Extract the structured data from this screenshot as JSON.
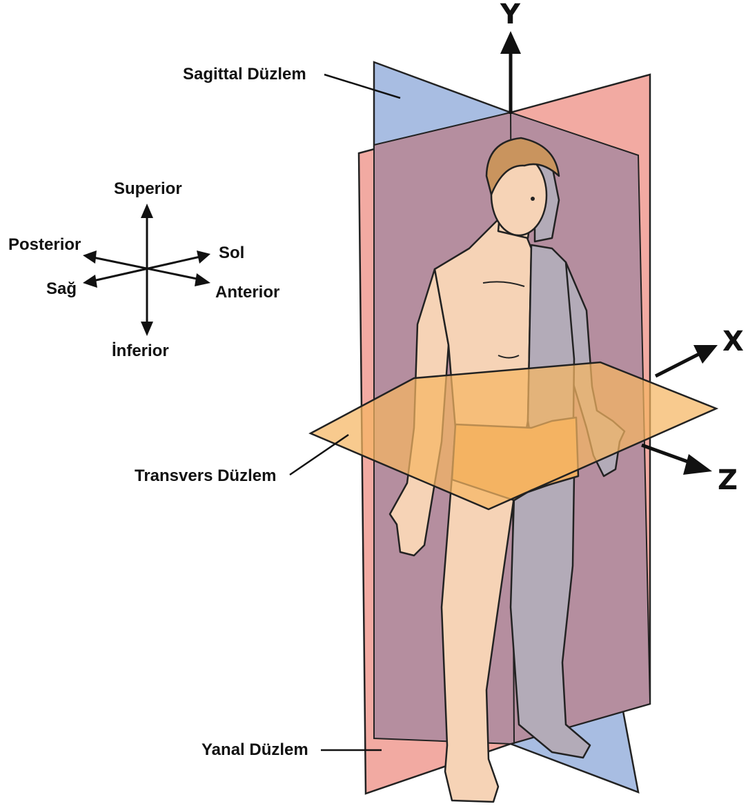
{
  "planes": {
    "sagittal": "Sagittal Düzlem",
    "transverse": "Transvers Düzlem",
    "lateral": "Yanal Düzlem"
  },
  "directions": {
    "superior": "Superior",
    "inferior": "İnferior",
    "posterior": "Posterior",
    "anterior": "Anterior",
    "left": "Sol",
    "right": "Sağ"
  },
  "axes": {
    "x": "X",
    "y": "Y",
    "z": "Z"
  },
  "colors": {
    "sagittal_plane": "#a8bde2",
    "lateral_plane": "#f2aaa2",
    "overlap": "#b58e9f",
    "transverse_plane": "#f5b562",
    "skin": "#f6d3b6",
    "shaded_body": "#b3abb8",
    "hair": "#c9945e",
    "shorts": "#f0ae62"
  }
}
